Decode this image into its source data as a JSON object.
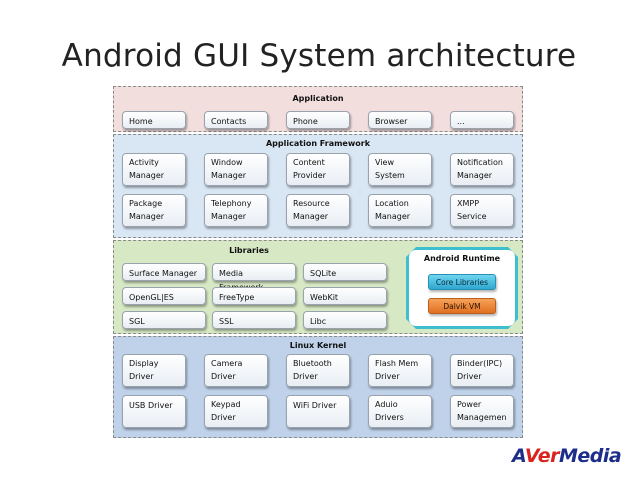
{
  "title": "Android GUI System architecture",
  "application": {
    "label": "Application",
    "items": [
      "Home",
      "Contacts",
      "Phone",
      "Browser",
      "..."
    ]
  },
  "framework": {
    "label": "Application Framework",
    "items": [
      "Activity\nManager",
      "Window\nManager",
      "Content\nProvider",
      "View\nSystem",
      "Notification\nManager",
      "Package\nManager",
      "Telephony\nManager",
      "Resource\nManager",
      "Location\nManager",
      "XMPP\nService"
    ]
  },
  "libraries": {
    "label": "Libraries",
    "items": [
      "Surface Manager",
      "Media Framework",
      "SQLite",
      "OpenGL|ES",
      "FreeType",
      "WebKit",
      "SGL",
      "SSL",
      "Libc"
    ]
  },
  "runtime": {
    "label": "Android Runtime",
    "core": "Core Libraries",
    "vm": "Dalvik VM"
  },
  "kernel": {
    "label": "Linux Kernel",
    "items": [
      "Display\nDriver",
      "Camera\nDriver",
      "Bluetooth\nDriver",
      "Flash Mem\n Driver",
      "Binder(IPC)\nDriver",
      "USB Driver",
      "Keypad\nDriver",
      "WiFi Driver",
      "Aduio\nDrivers",
      "Power\nManagemen"
    ]
  },
  "logo": {
    "a": "A",
    "ver": "Ver",
    "media": "Media"
  },
  "colors": {
    "application": "#f3dede",
    "framework": "#d9e6f4",
    "libraries": "#d7e8c5",
    "kernel": "#bfd2ea",
    "runtime_border": "#3dbfd0",
    "core_libraries": "#4fc0e2",
    "dalvik_vm": "#ec8a3a"
  }
}
